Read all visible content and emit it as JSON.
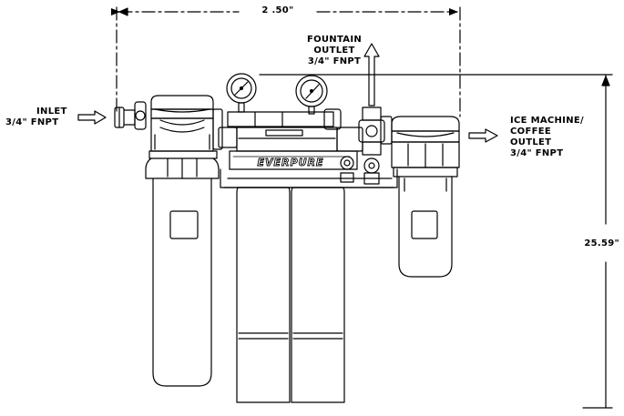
{
  "dimensions": {
    "width_label": "2 .50\"",
    "height_label": "25.59\""
  },
  "labels": {
    "inlet": {
      "line1": "INLET",
      "line2": "3/4\" FNPT"
    },
    "fountain": {
      "line1": "FOUNTAIN",
      "line2": "OUTLET",
      "line3": "3/4\" FNPT"
    },
    "ice": {
      "line1": "ICE MACHINE/",
      "line2": "COFFEE",
      "line3": "OUTLET",
      "line4": "3/4\" FNPT"
    }
  },
  "brand": "EVERPURE"
}
